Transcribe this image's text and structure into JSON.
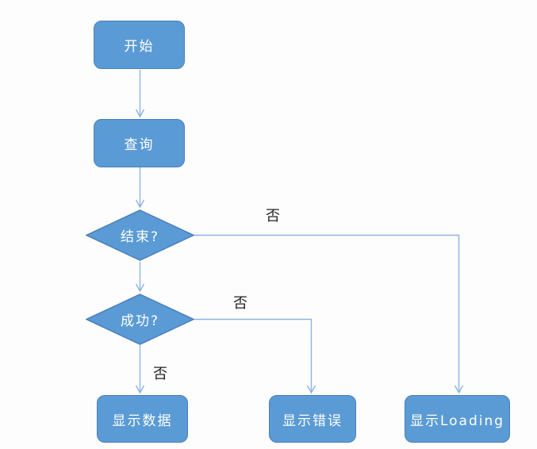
{
  "colors": {
    "canvas_bg": "#fdfdfd",
    "node_fill": "#5b9bd5",
    "node_border": "#4a7ebb",
    "node_text": "#ffffff",
    "connector": "#8eb4e3",
    "edge_label_text": "#1f1f1f"
  },
  "nodes": {
    "start": {
      "label": "开始",
      "shape": "rounded-rect"
    },
    "query": {
      "label": "查询",
      "shape": "rounded-rect"
    },
    "is_finished": {
      "label": "结束?",
      "shape": "diamond"
    },
    "is_success": {
      "label": "成功?",
      "shape": "diamond"
    },
    "show_data": {
      "label": "显示数据",
      "shape": "rounded-rect"
    },
    "show_error": {
      "label": "显示错误",
      "shape": "rounded-rect"
    },
    "show_loading": {
      "label": "显示Loading",
      "shape": "rounded-rect"
    }
  },
  "edges": [
    {
      "from": "start",
      "to": "query",
      "label": ""
    },
    {
      "from": "query",
      "to": "is_finished",
      "label": ""
    },
    {
      "from": "is_finished",
      "to": "is_success",
      "label": ""
    },
    {
      "from": "is_finished",
      "to": "show_loading",
      "label": "否"
    },
    {
      "from": "is_success",
      "to": "show_error",
      "label": "否"
    },
    {
      "from": "is_success",
      "to": "show_data",
      "label": "否"
    }
  ]
}
